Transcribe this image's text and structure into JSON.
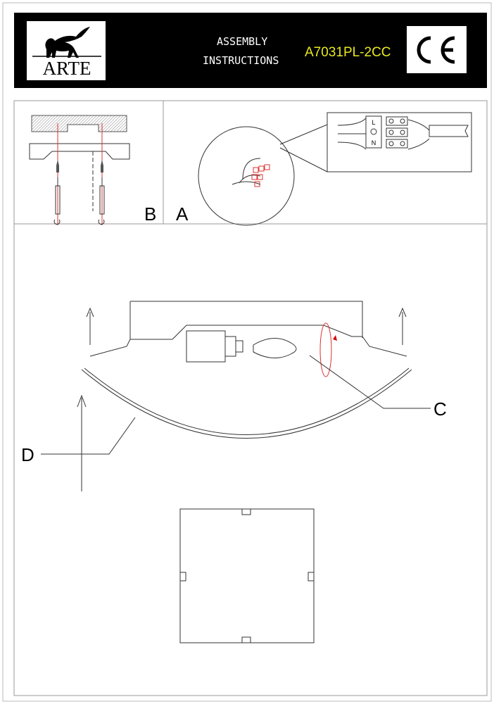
{
  "header": {
    "brand": "ARTE",
    "title_line1": "ASSEMBLY",
    "title_line2": "INSTRUCTIONS",
    "model": "A7031PL-2CC",
    "cert_mark": "CE",
    "model_color": "#e8e820"
  },
  "step_labels": {
    "b": "B",
    "a": "A",
    "c": "C",
    "d": "D"
  },
  "terminal": {
    "live": "L",
    "neutral": "N"
  }
}
